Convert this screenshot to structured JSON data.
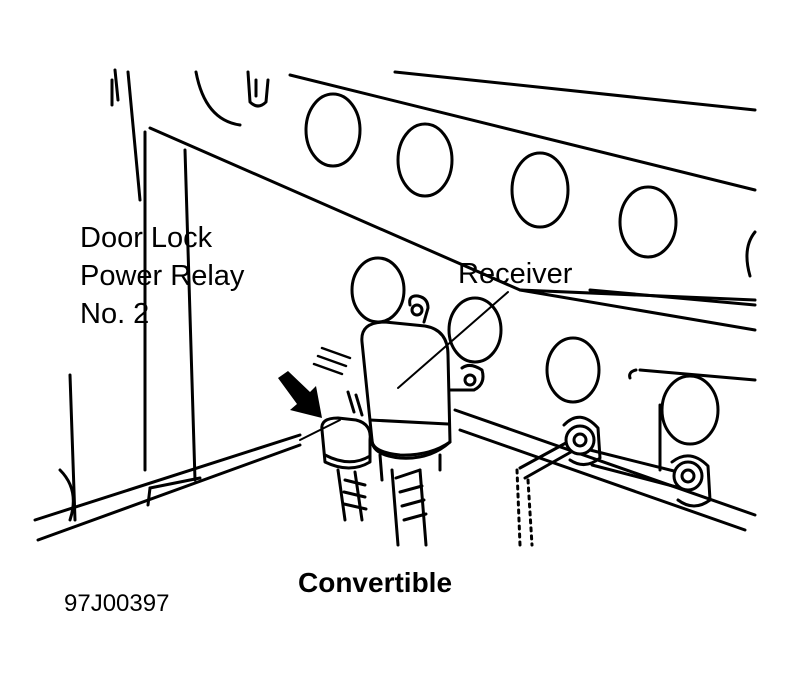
{
  "labels": {
    "relay": [
      "Door Lock",
      "Power Relay",
      "No. 2"
    ],
    "receiver": "Receiver"
  },
  "caption": "Convertible",
  "figure_id": "97J00397",
  "colors": {
    "line": "#000000",
    "background": "#ffffff"
  }
}
